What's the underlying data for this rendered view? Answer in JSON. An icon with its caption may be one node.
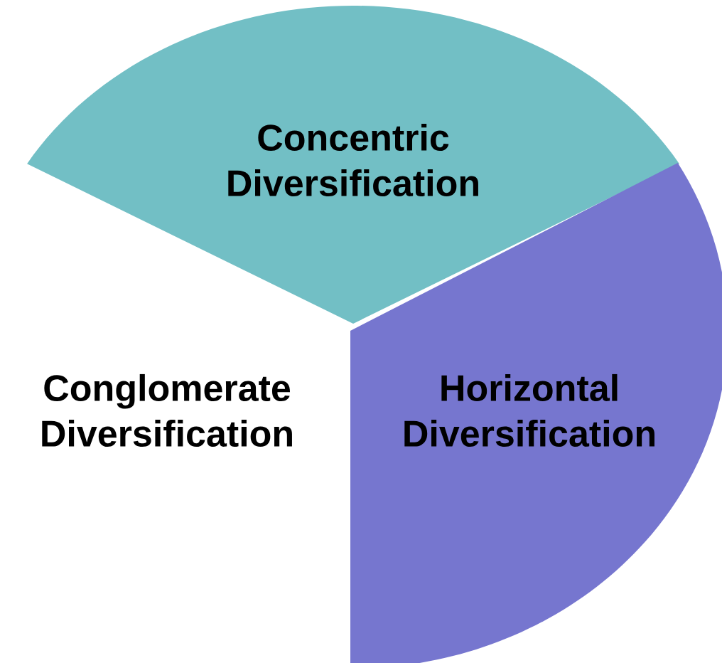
{
  "diagram": {
    "nodes": [
      {
        "text": [
          "Concentric Diversification"
        ]
      },
      {
        "text": [
          "Horizontal Diversification"
        ]
      }
    ],
    "labels": [
      "Conglomerate Diversification"
    ]
  }
}
